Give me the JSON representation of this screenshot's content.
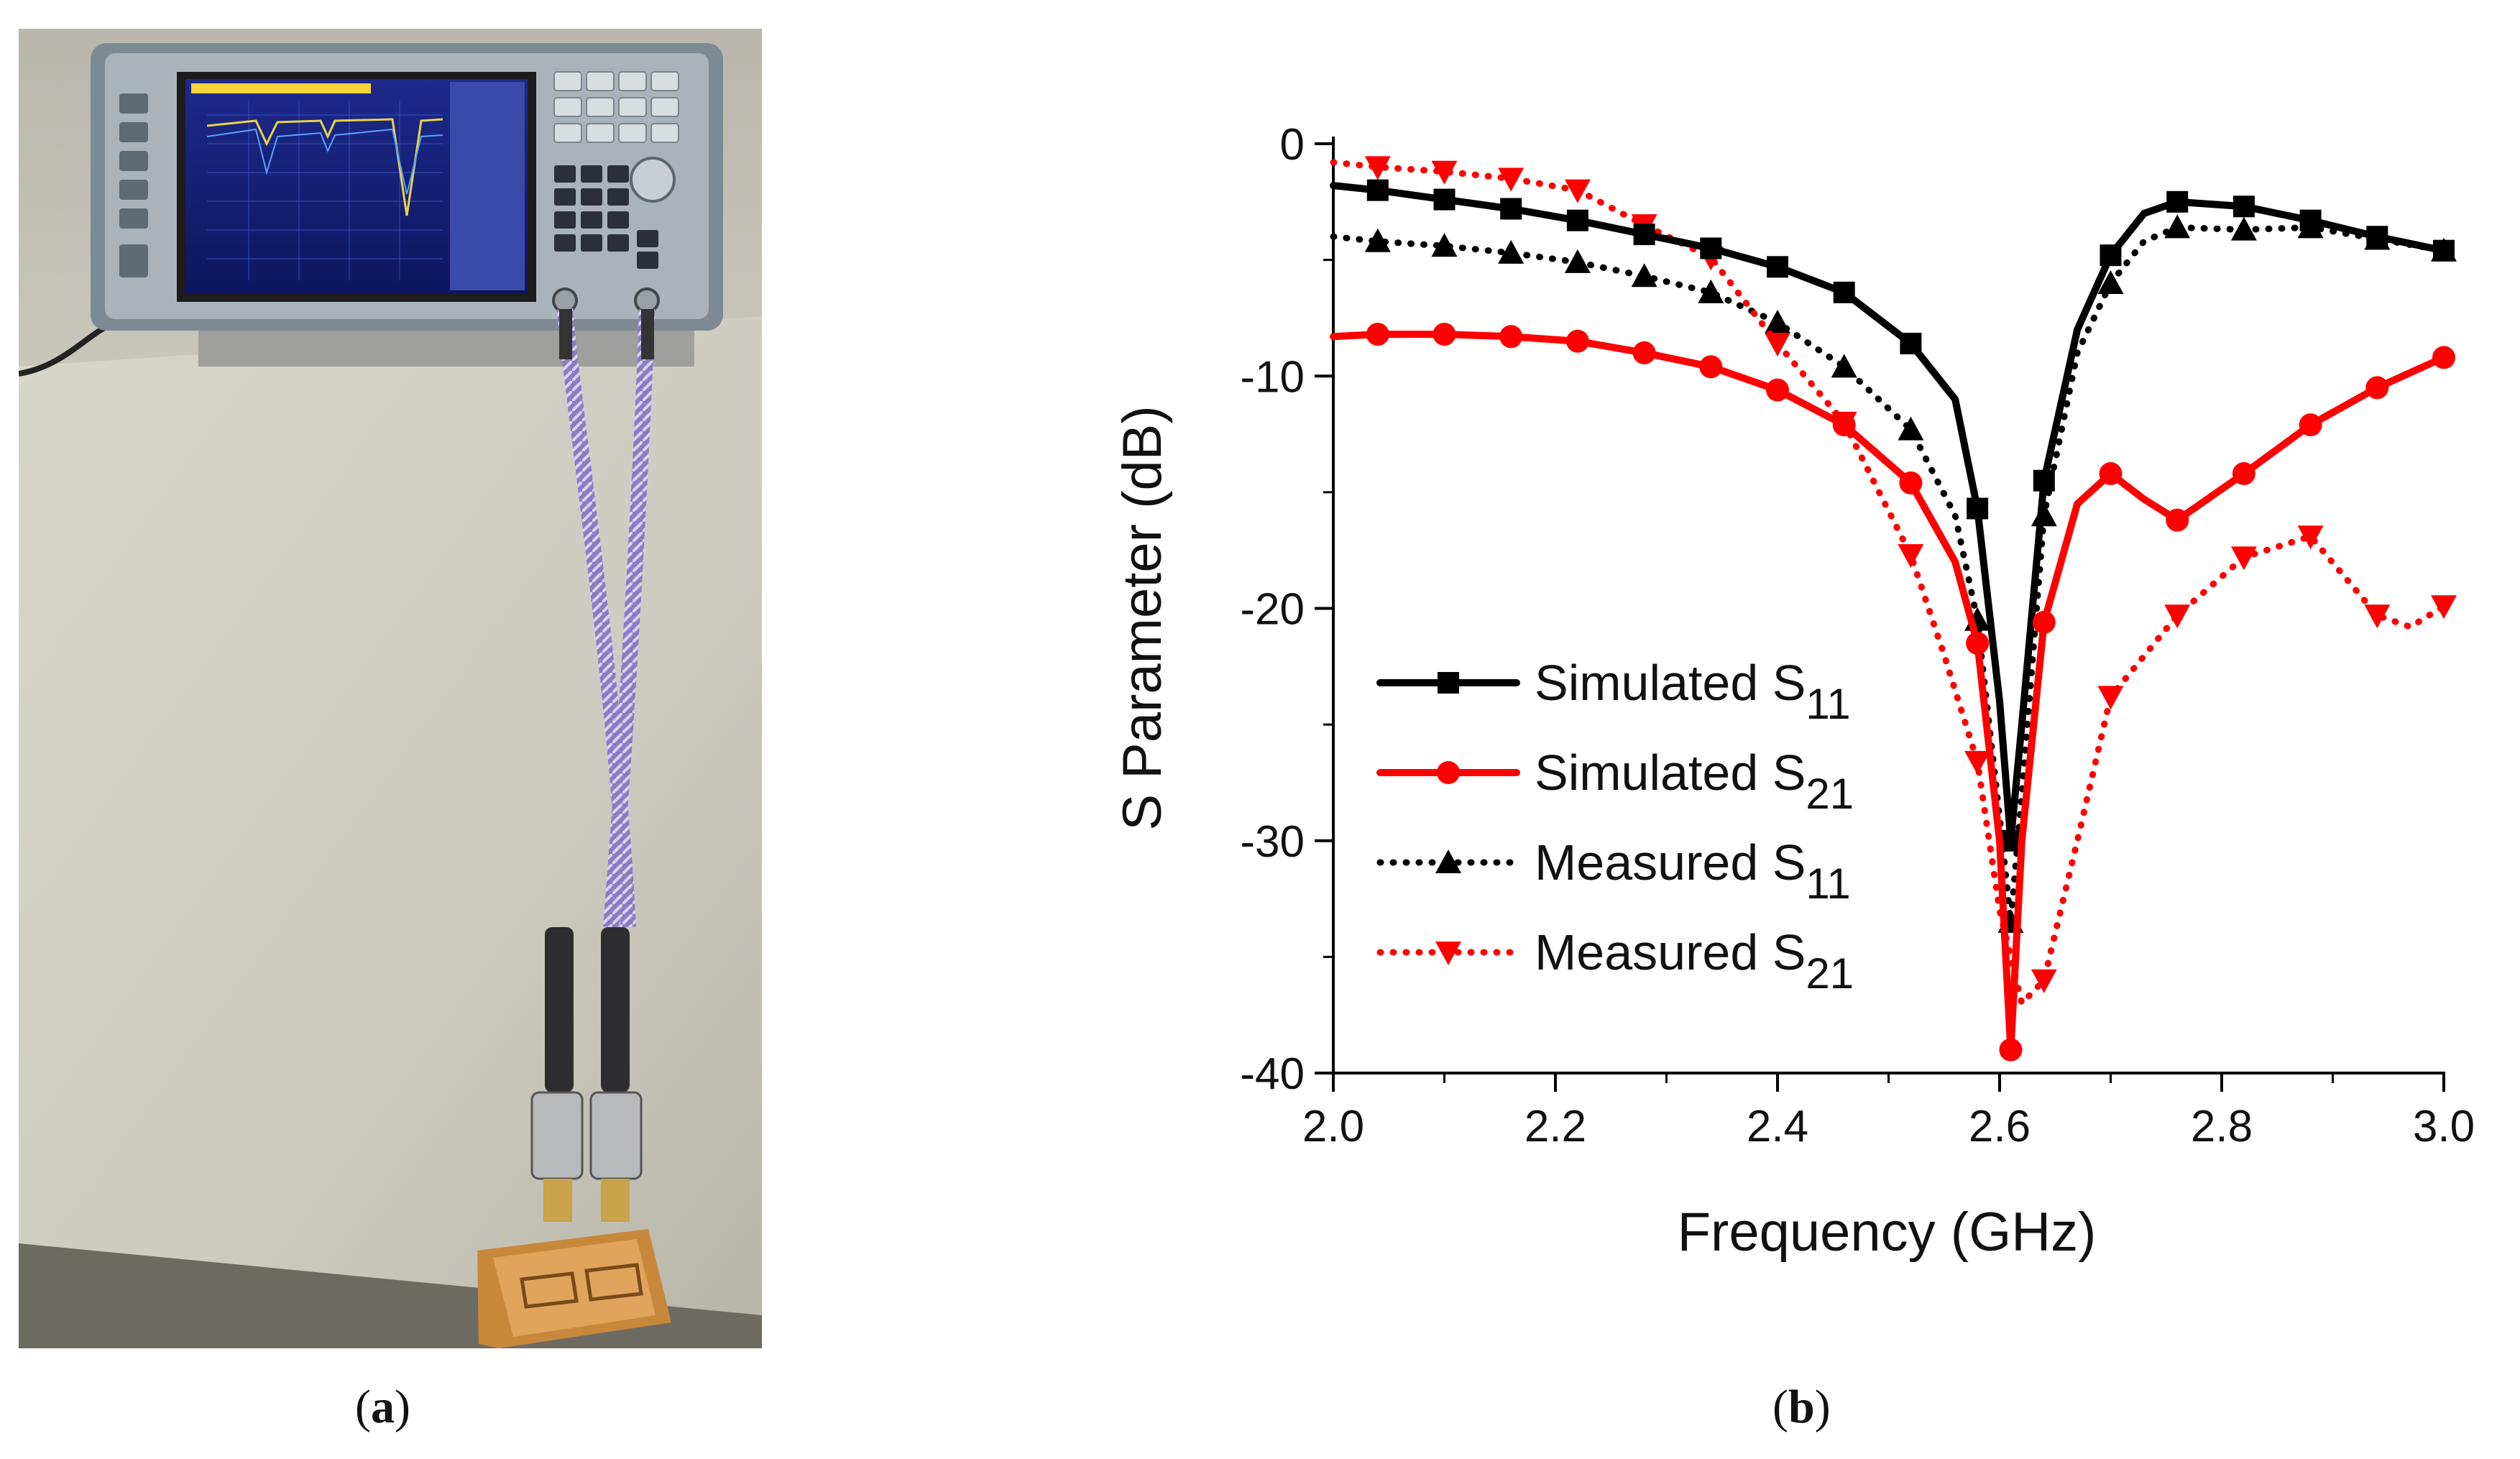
{
  "figure": {
    "caption_a": {
      "open": "(",
      "letter": "a",
      "close": ")"
    },
    "caption_b": {
      "open": "(",
      "letter": "b",
      "close": ")"
    },
    "photo_description_icon": "vna-measurement-setup-photo"
  },
  "colors": {
    "axis": "#000000",
    "simulated_s11": "#000000",
    "simulated_s21": "#ff0000",
    "measured_s11": "#000000",
    "measured_s21": "#ff0000"
  },
  "chart_data": {
    "type": "line",
    "title": "",
    "xlabel": "Frequency (GHz)",
    "ylabel": "S Parameter (dB)",
    "xlim": [
      2.0,
      3.0
    ],
    "ylim": [
      -40,
      0
    ],
    "xticks": [
      "2.0",
      "2.2",
      "2.4",
      "2.6",
      "2.8",
      "3.0"
    ],
    "yticks": [
      "0",
      "-10",
      "-20",
      "-30",
      "-40"
    ],
    "grid": false,
    "legend_placement": "lower-left",
    "series": [
      {
        "name": "Simulated S11",
        "legend_main": "Simulated S",
        "legend_sub": "11",
        "style": "solid",
        "marker": "square",
        "color": "#000000",
        "x": [
          2.0,
          2.04,
          2.1,
          2.16,
          2.22,
          2.28,
          2.34,
          2.4,
          2.46,
          2.52,
          2.56,
          2.58,
          2.6,
          2.61,
          2.62,
          2.64,
          2.67,
          2.7,
          2.73,
          2.76,
          2.82,
          2.88,
          2.94,
          3.0
        ],
        "y": [
          -1.8,
          -2.0,
          -2.4,
          -2.8,
          -3.3,
          -3.9,
          -4.5,
          -5.3,
          -6.4,
          -8.6,
          -11.0,
          -15.7,
          -24.0,
          -30.0,
          -25.0,
          -14.5,
          -8.0,
          -4.8,
          -3.0,
          -2.5,
          -2.7,
          -3.3,
          -4.0,
          -4.6
        ],
        "marker_x": [
          2.04,
          2.1,
          2.16,
          2.22,
          2.28,
          2.34,
          2.4,
          2.46,
          2.52,
          2.58,
          2.61,
          2.64,
          2.7,
          2.76,
          2.82,
          2.88,
          2.94,
          3.0
        ],
        "marker_y": [
          -2.0,
          -2.4,
          -2.8,
          -3.3,
          -3.9,
          -4.5,
          -5.3,
          -6.4,
          -8.6,
          -15.7,
          -30.0,
          -14.5,
          -4.8,
          -2.5,
          -2.7,
          -3.3,
          -4.0,
          -4.6
        ]
      },
      {
        "name": "Simulated S21",
        "legend_main": "Simulated S",
        "legend_sub": "21",
        "style": "solid",
        "marker": "circle",
        "color": "#ff0000",
        "x": [
          2.0,
          2.04,
          2.1,
          2.16,
          2.22,
          2.28,
          2.34,
          2.4,
          2.46,
          2.52,
          2.56,
          2.58,
          2.6,
          2.61,
          2.62,
          2.64,
          2.67,
          2.7,
          2.73,
          2.76,
          2.82,
          2.88,
          2.94,
          3.0
        ],
        "y": [
          -8.3,
          -8.2,
          -8.2,
          -8.3,
          -8.5,
          -9.0,
          -9.6,
          -10.6,
          -12.1,
          -14.6,
          -18.0,
          -21.5,
          -30.0,
          -39.0,
          -30.0,
          -20.6,
          -15.5,
          -14.2,
          -15.3,
          -16.2,
          -14.2,
          -12.1,
          -10.5,
          -9.2
        ],
        "marker_x": [
          2.04,
          2.1,
          2.16,
          2.22,
          2.28,
          2.34,
          2.4,
          2.46,
          2.52,
          2.58,
          2.61,
          2.64,
          2.7,
          2.76,
          2.82,
          2.88,
          2.94,
          3.0
        ],
        "marker_y": [
          -8.2,
          -8.2,
          -8.3,
          -8.5,
          -9.0,
          -9.6,
          -10.6,
          -12.1,
          -14.6,
          -21.5,
          -39.0,
          -20.6,
          -14.2,
          -16.2,
          -14.2,
          -12.1,
          -10.5,
          -9.2
        ]
      },
      {
        "name": "Measured S11",
        "legend_main": "Measured S",
        "legend_sub": "11",
        "style": "dotted",
        "marker": "triangle-up",
        "color": "#000000",
        "x": [
          2.0,
          2.04,
          2.1,
          2.16,
          2.22,
          2.28,
          2.34,
          2.4,
          2.46,
          2.52,
          2.56,
          2.58,
          2.6,
          2.61,
          2.62,
          2.64,
          2.67,
          2.7,
          2.73,
          2.76,
          2.82,
          2.88,
          2.94,
          3.0
        ],
        "y": [
          -4.0,
          -4.2,
          -4.4,
          -4.7,
          -5.1,
          -5.7,
          -6.4,
          -7.7,
          -9.6,
          -12.3,
          -16.0,
          -20.5,
          -29.0,
          -33.5,
          -28.0,
          -16.0,
          -9.0,
          -6.0,
          -4.2,
          -3.6,
          -3.7,
          -3.6,
          -4.1,
          -4.6
        ],
        "marker_x": [
          2.04,
          2.1,
          2.16,
          2.22,
          2.28,
          2.34,
          2.4,
          2.46,
          2.52,
          2.58,
          2.61,
          2.64,
          2.7,
          2.76,
          2.82,
          2.88,
          2.94,
          3.0
        ],
        "marker_y": [
          -4.2,
          -4.4,
          -4.7,
          -5.1,
          -5.7,
          -6.4,
          -7.7,
          -9.6,
          -12.3,
          -20.5,
          -33.5,
          -16.0,
          -6.0,
          -3.6,
          -3.7,
          -3.6,
          -4.1,
          -4.6
        ]
      },
      {
        "name": "Measured S21",
        "legend_main": "Measured S",
        "legend_sub": "21",
        "style": "dotted",
        "marker": "triangle-down",
        "color": "#ff0000",
        "x": [
          2.0,
          2.04,
          2.1,
          2.16,
          2.22,
          2.28,
          2.34,
          2.4,
          2.46,
          2.52,
          2.55,
          2.58,
          2.6,
          2.62,
          2.64,
          2.67,
          2.7,
          2.76,
          2.82,
          2.88,
          2.94,
          2.97,
          3.0
        ],
        "y": [
          -0.8,
          -1.0,
          -1.2,
          -1.5,
          -2.0,
          -3.5,
          -4.9,
          -8.6,
          -12.0,
          -17.7,
          -22.0,
          -26.6,
          -33.0,
          -37.0,
          -36.0,
          -30.0,
          -23.8,
          -20.3,
          -17.8,
          -16.9,
          -20.3,
          -20.8,
          -19.9
        ],
        "marker_x": [
          2.04,
          2.1,
          2.16,
          2.22,
          2.28,
          2.34,
          2.4,
          2.46,
          2.52,
          2.58,
          2.64,
          2.7,
          2.76,
          2.82,
          2.88,
          2.94,
          3.0
        ],
        "marker_y": [
          -1.0,
          -1.2,
          -1.5,
          -2.0,
          -3.5,
          -4.9,
          -8.6,
          -12.0,
          -17.7,
          -26.6,
          -36.0,
          -23.8,
          -20.3,
          -17.8,
          -16.9,
          -20.3,
          -19.9
        ]
      }
    ]
  }
}
